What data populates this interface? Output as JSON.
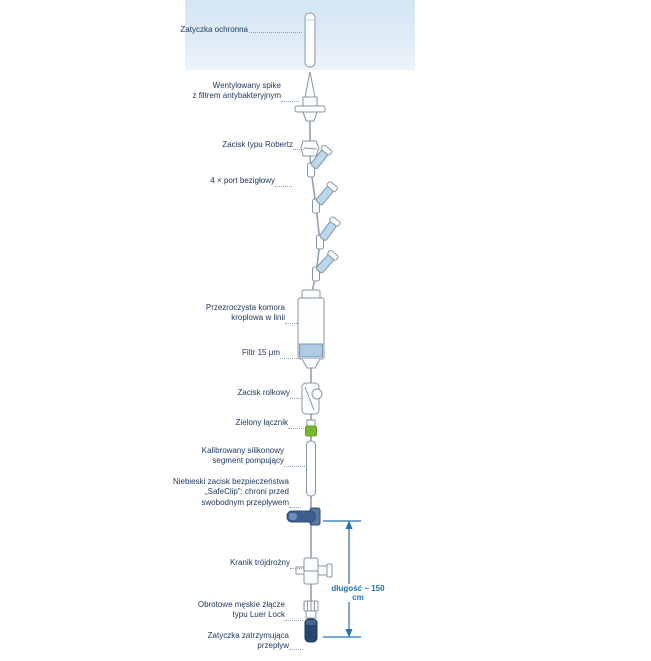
{
  "diagram": {
    "kind": "infusion-set-schematic",
    "language": "pl"
  },
  "colors": {
    "band_blue": "#dfecf7",
    "label_text": "#1e3a63",
    "leader_dots": "#8fa1b0",
    "device_outline": "#8795a3",
    "tube": "#93a2b0",
    "port_blue": "#bdd7ea",
    "filter_blue": "#aecbe3",
    "green_connector": "#79b82e",
    "safeclip_blue": "#3c608c",
    "end_cap_navy": "#27476f",
    "dimension_blue": "#1e73b8"
  },
  "labels": [
    {
      "id": "protective-cap",
      "text": "Zatyczka ochronna"
    },
    {
      "id": "vented-spike",
      "text": "Wentylowany spike\nz filtrem antybakteryjnym"
    },
    {
      "id": "robertz-clamp",
      "text": "Zacisk typu Robertz"
    },
    {
      "id": "needle-free-ports",
      "text": "4 × port bezigłowy"
    },
    {
      "id": "drip-chamber",
      "text": "Przezroczysta komora\nkroplowa w linii"
    },
    {
      "id": "filter-15um",
      "text": "Filtr 15 μm"
    },
    {
      "id": "roller-clamp",
      "text": "Zacisk rolkowy"
    },
    {
      "id": "green-connector",
      "text": "Zielony łącznik"
    },
    {
      "id": "pump-segment",
      "text": "Kalibrowany silikonowy\nsegment pompujący"
    },
    {
      "id": "safeclip",
      "text": "Niebieski zacisk bezpieczeństwa\n„SafeClip”: chroni przed\nswobodnym przepływem"
    },
    {
      "id": "stopcock",
      "text": "Kranik trójdrożny"
    },
    {
      "id": "luer-lock",
      "text": "Obrotowe męskie złącze\ntypu Luer Lock"
    },
    {
      "id": "flow-stop-cap",
      "text": "Zatyczka zatrzymująca\nprzepływ"
    }
  ],
  "dimension": {
    "text": "długość ~ 150 cm"
  }
}
